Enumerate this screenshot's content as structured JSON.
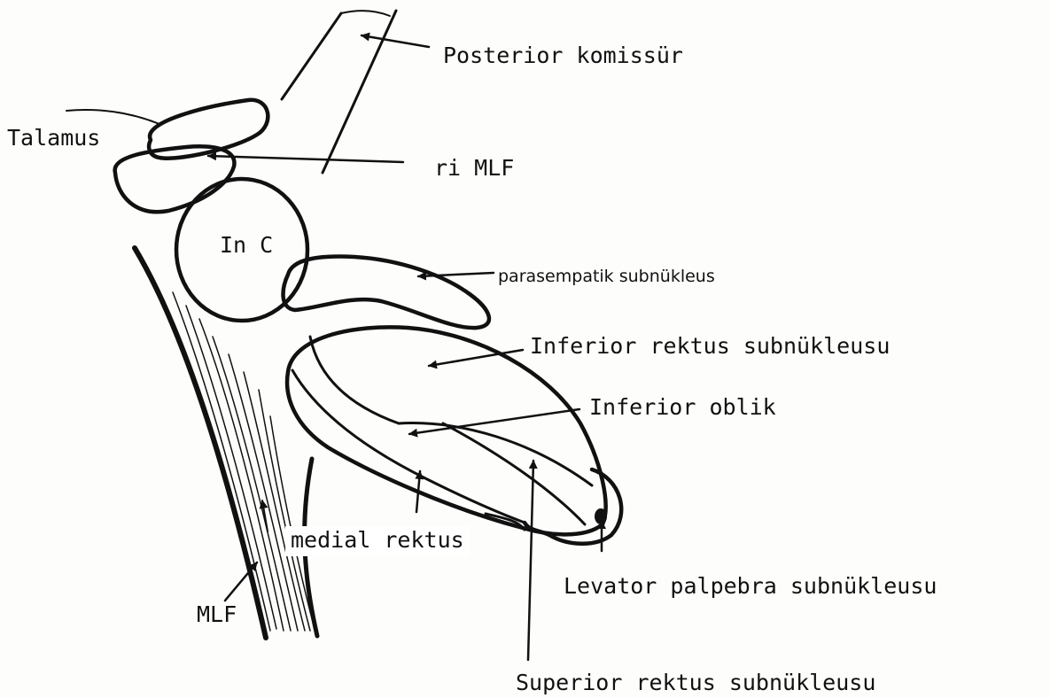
{
  "labels": {
    "posterior_commissure": "Posterior komissür",
    "thalamus": "Talamus",
    "ri_mlf": "ri MLF",
    "inc": "In C",
    "parasympathetic": "parasempatik subnükleus",
    "inferior_rectus": "Inferior rektus subnükleusu",
    "inferior_oblique": "Inferior oblik",
    "medial_rectus": "medial rektus",
    "levator": "Levator palpebra subnükleusu",
    "mlf": "MLF",
    "superior_rectus": "Superior rektus subnükleusu"
  },
  "colors": {
    "ink": "#111111",
    "paper": "#fdfdfb"
  }
}
